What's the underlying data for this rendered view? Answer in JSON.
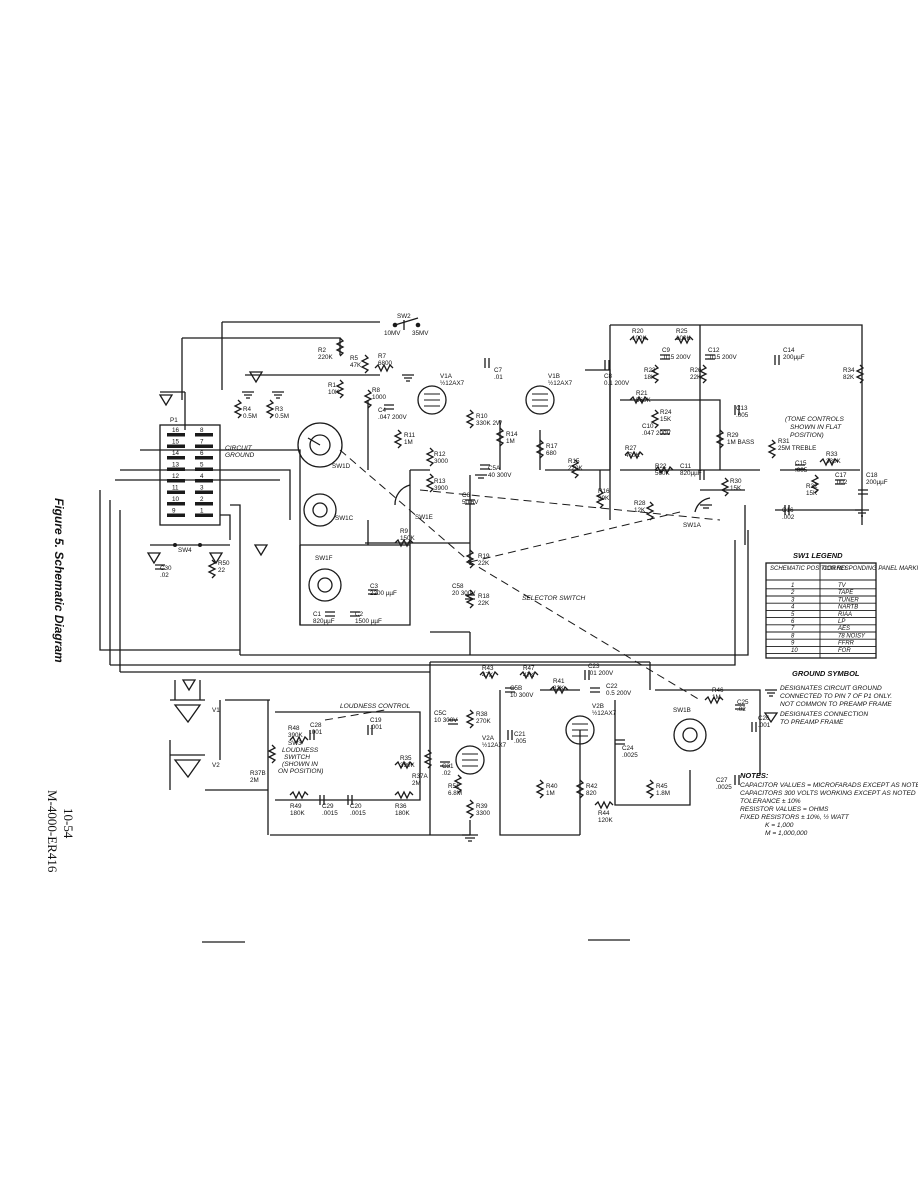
{
  "figure_caption": "Figure 5. Schematic Diagram",
  "doc_number": "M-4000-ER416",
  "doc_date": "10-54",
  "switch_sw2": {
    "name": "SW2",
    "pos1": "10MV",
    "pos2": "35MV"
  },
  "tubes": [
    {
      "ref": "V1A",
      "type": "½12AX7"
    },
    {
      "ref": "V1B",
      "type": "½12AX7"
    },
    {
      "ref": "V2A",
      "type": "½12AX7"
    },
    {
      "ref": "V2B",
      "type": "½12AX7"
    }
  ],
  "components": [
    {
      "ref": "R2",
      "value": "220K"
    },
    {
      "ref": "R5",
      "value": "47K"
    },
    {
      "ref": "R1",
      "value": "10K"
    },
    {
      "ref": "R7",
      "value": "6800"
    },
    {
      "ref": "R8",
      "value": "1000"
    },
    {
      "ref": "R4",
      "value": "0.5M"
    },
    {
      "ref": "R3",
      "value": "0.5M"
    },
    {
      "ref": "C4",
      "value": ".047 200V"
    },
    {
      "ref": "R11",
      "value": "1M"
    },
    {
      "ref": "R12",
      "value": "3000"
    },
    {
      "ref": "R13",
      "value": "3900"
    },
    {
      "ref": "C7",
      "value": ".01"
    },
    {
      "ref": "R10",
      "value": "330K 2W"
    },
    {
      "ref": "R14",
      "value": "1M"
    },
    {
      "ref": "C5A",
      "value": "40 300V"
    },
    {
      "ref": "R17",
      "value": "680"
    },
    {
      "ref": "R15",
      "value": "220K"
    },
    {
      "ref": "C8",
      "value": "0.1 200V"
    },
    {
      "ref": "C6",
      "value": "50 6V"
    },
    {
      "ref": "R9",
      "value": "150K"
    },
    {
      "ref": "R16",
      "value": "39K"
    },
    {
      "ref": "R19",
      "value": "22K"
    },
    {
      "ref": "R18",
      "value": "22K"
    },
    {
      "ref": "C58",
      "value": "20 300V"
    },
    {
      "ref": "C3",
      "value": "2200 µµF"
    },
    {
      "ref": "C1",
      "value": "820µµF"
    },
    {
      "ref": "C2",
      "value": "1500 µµF"
    },
    {
      "ref": "R20",
      "value": "100K"
    },
    {
      "ref": "R25",
      "value": "100K"
    },
    {
      "ref": "C9",
      "value": ".015 200V"
    },
    {
      "ref": "C12",
      "value": ".015 200V"
    },
    {
      "ref": "R23",
      "value": "18K"
    },
    {
      "ref": "R26",
      "value": "22K"
    },
    {
      "ref": "C14",
      "value": "200µµF"
    },
    {
      "ref": "R34",
      "value": "82K"
    },
    {
      "ref": "R21",
      "value": "560K"
    },
    {
      "ref": "R24",
      "value": "15K"
    },
    {
      "ref": "C13",
      "value": ".005"
    },
    {
      "ref": "C10",
      "value": ".047 200V"
    },
    {
      "ref": "R29",
      "value": "1M BASS"
    },
    {
      "ref": "R27",
      "value": "470K"
    },
    {
      "ref": "R22",
      "value": "560K"
    },
    {
      "ref": "C11",
      "value": "820µµF"
    },
    {
      "ref": "R30",
      "value": "15K"
    },
    {
      "ref": "R31",
      "value": "25M TREBLE"
    },
    {
      "ref": "R33",
      "value": "330K"
    },
    {
      "ref": "C15",
      "value": ".005"
    },
    {
      "ref": "C17",
      "value": ".002"
    },
    {
      "ref": "R32",
      "value": "15K"
    },
    {
      "ref": "C18",
      "value": "200µµF"
    },
    {
      "ref": "C16",
      "value": ".002"
    },
    {
      "ref": "R28",
      "value": "12K"
    },
    {
      "ref": "C30",
      "value": ".02"
    },
    {
      "ref": "R50",
      "value": "22"
    },
    {
      "ref": "R43",
      "value": "47K"
    },
    {
      "ref": "R47",
      "value": "47K"
    },
    {
      "ref": "C5B",
      "value": "10 300V"
    },
    {
      "ref": "R41",
      "value": "82K"
    },
    {
      "ref": "C23",
      "value": ".01 200V"
    },
    {
      "ref": "C22",
      "value": "0.5 200V"
    },
    {
      "ref": "C5C",
      "value": "10 300V"
    },
    {
      "ref": "R38",
      "value": "270K"
    },
    {
      "ref": "C21",
      "value": ".005"
    },
    {
      "ref": "R46",
      "value": "1M"
    },
    {
      "ref": "C25",
      "value": ".02"
    },
    {
      "ref": "C26",
      "value": ".001"
    },
    {
      "ref": "C27",
      "value": ".0025"
    },
    {
      "ref": "R48",
      "value": "390K"
    },
    {
      "ref": "C28",
      "value": ".001"
    },
    {
      "ref": "C19",
      "value": ".001"
    },
    {
      "ref": "R35",
      "value": "390K"
    },
    {
      "ref": "R37A",
      "value": "2M"
    },
    {
      "ref": "C31",
      "value": ".02"
    },
    {
      "ref": "R51",
      "value": "6.8M"
    },
    {
      "ref": "R37B",
      "value": "2M"
    },
    {
      "ref": "R49",
      "value": "180K"
    },
    {
      "ref": "C29",
      "value": ".0015"
    },
    {
      "ref": "C20",
      "value": ".0015"
    },
    {
      "ref": "R36",
      "value": "180K"
    },
    {
      "ref": "R39",
      "value": "3300"
    },
    {
      "ref": "R40",
      "value": "1M"
    },
    {
      "ref": "R42",
      "value": "820"
    },
    {
      "ref": "R44",
      "value": "120K"
    },
    {
      "ref": "C24",
      "value": ".0025"
    },
    {
      "ref": "R45",
      "value": "1.8M"
    }
  ],
  "switch_labels": {
    "sw1d": "SW1D",
    "sw1c": "SW1C",
    "sw1f": "SW1F",
    "sw1e": "SW1E",
    "sw1a": "SW1A",
    "sw1b": "SW1B",
    "sw4": "SW4",
    "sw3": "SW3",
    "v1": "V1",
    "v2": "V2",
    "p1": "P1"
  },
  "annotations": {
    "circuit_ground": "CIRCUIT",
    "circuit_ground_2": "GROUND",
    "tone_note_1": "(TONE CONTROLS",
    "tone_note_2": "SHOWN IN FLAT",
    "tone_note_3": "POSITION)",
    "selector_switch": "SELECTOR SWITCH",
    "loudness_control": "LOUDNESS  CONTROL",
    "loudness_switch_1": "LOUDNESS",
    "loudness_switch_2": "SWITCH",
    "loudness_switch_3": "(SHOWN IN",
    "loudness_switch_4": "ON POSITION)"
  },
  "p1_pins": [
    [
      "16",
      "8"
    ],
    [
      "15",
      "7"
    ],
    [
      "14",
      "6"
    ],
    [
      "13",
      "5"
    ],
    [
      "12",
      "4"
    ],
    [
      "11",
      "3"
    ],
    [
      "10",
      "2"
    ],
    [
      "9",
      "1"
    ]
  ],
  "sw1_legend": {
    "title": "SW1 LEGEND",
    "headers": [
      "SCHEMATIC POSITION NO.",
      "CORRESPONDING PANEL MARKING"
    ],
    "rows": [
      [
        "1",
        "TV"
      ],
      [
        "2",
        "TAPE"
      ],
      [
        "3",
        "TUNER"
      ],
      [
        "4",
        "NARTB"
      ],
      [
        "5",
        "RIAA"
      ],
      [
        "6",
        "LP"
      ],
      [
        "7",
        "AES"
      ],
      [
        "8",
        "78 NOISY"
      ],
      [
        "9",
        "FFRR"
      ],
      [
        "10",
        "FOR"
      ]
    ]
  },
  "ground_legend": {
    "title": "GROUND  SYMBOL",
    "line1": "DESIGNATES CIRCUIT GROUND",
    "line2": "CONNECTED TO PIN 7 OF P1 ONLY.",
    "line3": "NOT COMMON TO PREAMP FRAME",
    "line4": "DESIGNATES CONNECTION",
    "line5": "TO PREAMP FRAME"
  },
  "notes": {
    "title": "NOTES:",
    "lines": [
      "CAPACITOR VALUES = MICROFARADS EXCEPT AS NOTED",
      "CAPACITORS 300 VOLTS WORKING EXCEPT AS NOTED",
      "TOLERANCE ± 10%",
      "RESISTOR VALUES = OHMS",
      "FIXED RESISTORS ± 10%, ½ WATT",
      "K = 1,000",
      "M = 1,000,000"
    ]
  }
}
